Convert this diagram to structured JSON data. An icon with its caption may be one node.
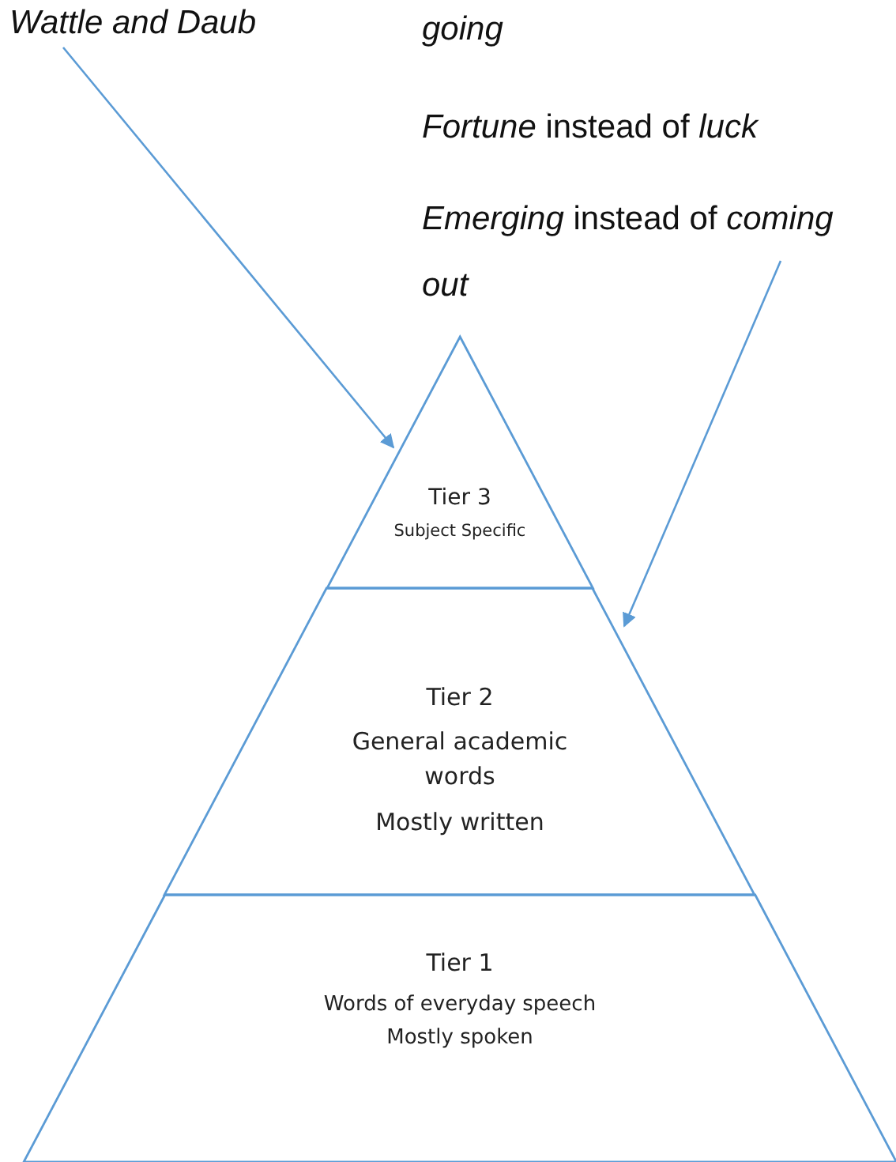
{
  "diagram": {
    "nodes": [
      {
        "text": [
          "Wattle and Daub"
        ]
      },
      {
        "text": [
          "*Emerging* instead of *coming out*"
        ]
      },
      {
        "text": [
          "Tier 3",
          "Subject Specific"
        ]
      },
      {
        "text": [
          "Tier 2",
          "General academic words",
          "Mostly written"
        ]
      },
      {
        "text": [
          "Tier 1",
          "Words of everyday speech",
          "Mostly spoken"
        ]
      }
    ],
    "edges": [
      {
        "from": 0,
        "to": 2,
        "arrow": "to"
      },
      {
        "from": 1,
        "to": 3,
        "arrow": "to"
      }
    ],
    "labels": [
      "*going*",
      "*Fortune* instead of *luck*"
    ]
  }
}
